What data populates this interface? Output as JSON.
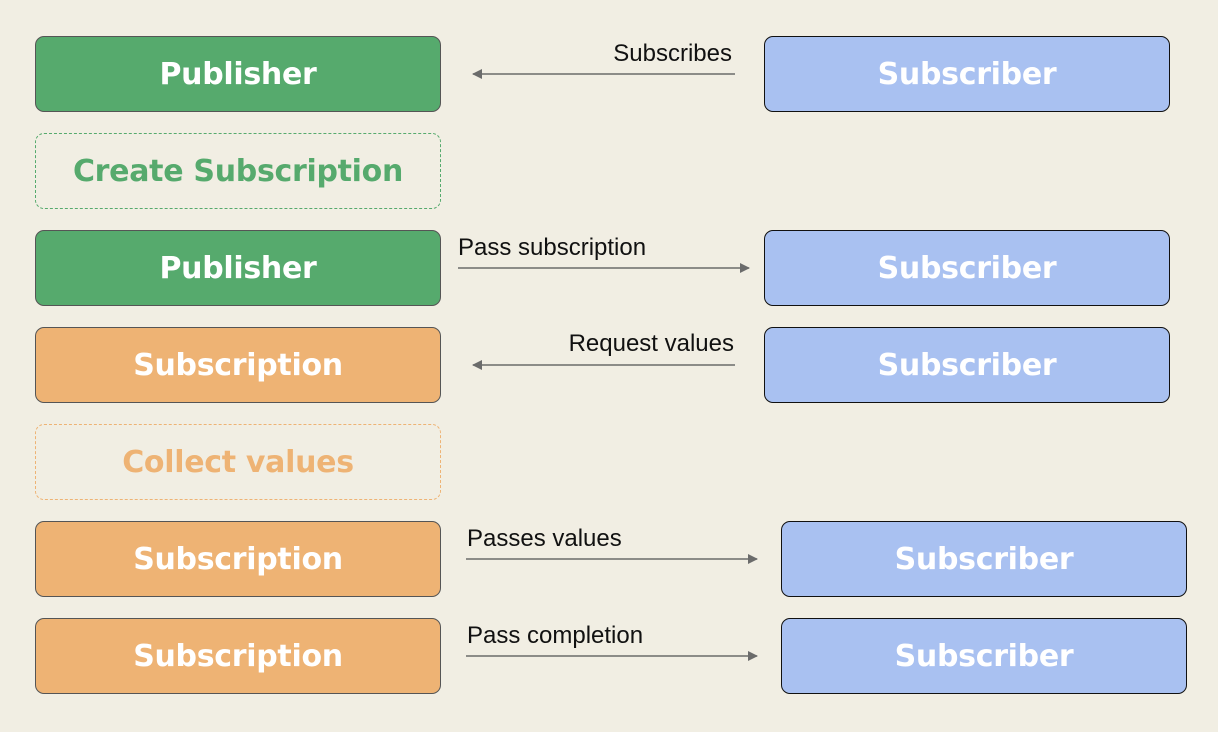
{
  "colors": {
    "publisher": "#56aa6d",
    "subscription": "#eeb374",
    "subscriber": "#a9c1f1",
    "background": "#f1eee3",
    "arrow": "#6b6b6b"
  },
  "left": {
    "row1": "Publisher",
    "row2": "Create Subscription",
    "row3": "Publisher",
    "row4": "Subscription",
    "row5": "Collect values",
    "row6": "Subscription",
    "row7": "Subscription"
  },
  "right": {
    "row1": "Subscriber",
    "row3": "Subscriber",
    "row4": "Subscriber",
    "row6": "Subscriber",
    "row7": "Subscriber"
  },
  "arrows": {
    "row1": {
      "label": "Subscribes",
      "direction": "left"
    },
    "row3": {
      "label": "Pass subscription",
      "direction": "right"
    },
    "row4": {
      "label": "Request values",
      "direction": "left"
    },
    "row6": {
      "label": "Passes values",
      "direction": "right"
    },
    "row7": {
      "label": "Pass completion",
      "direction": "right"
    }
  }
}
